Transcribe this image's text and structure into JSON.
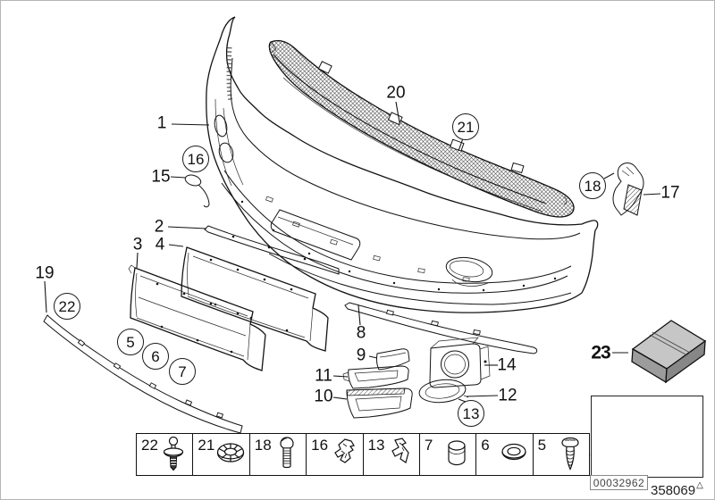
{
  "page": {
    "background": "#ffffff",
    "border_color": "#b5b5b5"
  },
  "callouts": {
    "n1": "1",
    "n2": "2",
    "n3": "3",
    "n4": "4",
    "n5": "5",
    "n6": "6",
    "n7": "7",
    "n8": "8",
    "n9": "9",
    "n10": "10",
    "n11": "11",
    "n12": "12",
    "n13": "13",
    "n14": "14",
    "n15": "15",
    "n16": "16",
    "n17": "17",
    "n18": "18",
    "n19": "19",
    "n20": "20",
    "n21": "21",
    "n22": "22",
    "n23": "23"
  },
  "fastener_table": {
    "cells": [
      {
        "label": "22",
        "icon": "expansion-rivet-icon"
      },
      {
        "label": "21",
        "icon": "spoked-washer-icon"
      },
      {
        "label": "18",
        "icon": "hex-bolt-icon"
      },
      {
        "label": "16",
        "icon": "spring-clip-icon"
      },
      {
        "label": "13",
        "icon": "mounting-clip-icon"
      },
      {
        "label": "7",
        "icon": "cap-plug-icon"
      },
      {
        "label": "6",
        "icon": "grommet-ring-icon"
      },
      {
        "label": "5",
        "icon": "torx-screw-icon"
      }
    ]
  },
  "footer": {
    "part_number": "00032962",
    "sheet_number": "358069",
    "triangle_marker": "△"
  }
}
